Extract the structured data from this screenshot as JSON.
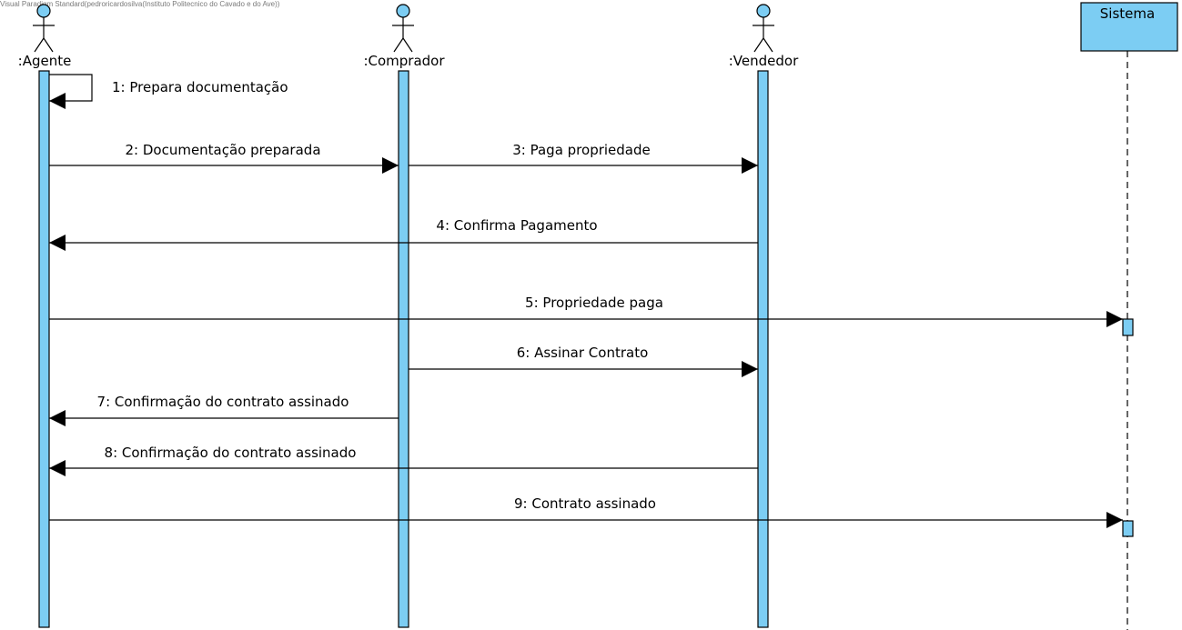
{
  "watermark": "Visual Paradigm Standard(pedroricardosilva(Instituto Politecnico do Cavado e do Ave))",
  "colors": {
    "activation": "#7ccdf3",
    "stroke": "#000000",
    "background": "#ffffff"
  },
  "participants": [
    {
      "id": "agente",
      "label": ":Agente",
      "kind": "actor"
    },
    {
      "id": "comprador",
      "label": ":Comprador",
      "kind": "actor"
    },
    {
      "id": "vendedor",
      "label": ":Vendedor",
      "kind": "actor"
    },
    {
      "id": "sistema",
      "label": "Sistema",
      "kind": "object"
    }
  ],
  "messages": [
    {
      "label": "1: Prepara documentação",
      "from": "agente",
      "to": "agente"
    },
    {
      "label": "2: Documentação preparada",
      "from": "agente",
      "to": "comprador"
    },
    {
      "label": "3: Paga propriedade",
      "from": "comprador",
      "to": "vendedor"
    },
    {
      "label": "4: Confirma Pagamento",
      "from": "vendedor",
      "to": "agente"
    },
    {
      "label": "5: Propriedade paga",
      "from": "agente",
      "to": "sistema"
    },
    {
      "label": "6: Assinar Contrato",
      "from": "comprador",
      "to": "vendedor"
    },
    {
      "label": "7: Confirmação do contrato assinado",
      "from": "comprador",
      "to": "agente"
    },
    {
      "label": "8: Confirmação do contrato assinado",
      "from": "vendedor",
      "to": "agente"
    },
    {
      "label": "9: Contrato assinado",
      "from": "agente",
      "to": "sistema"
    }
  ]
}
